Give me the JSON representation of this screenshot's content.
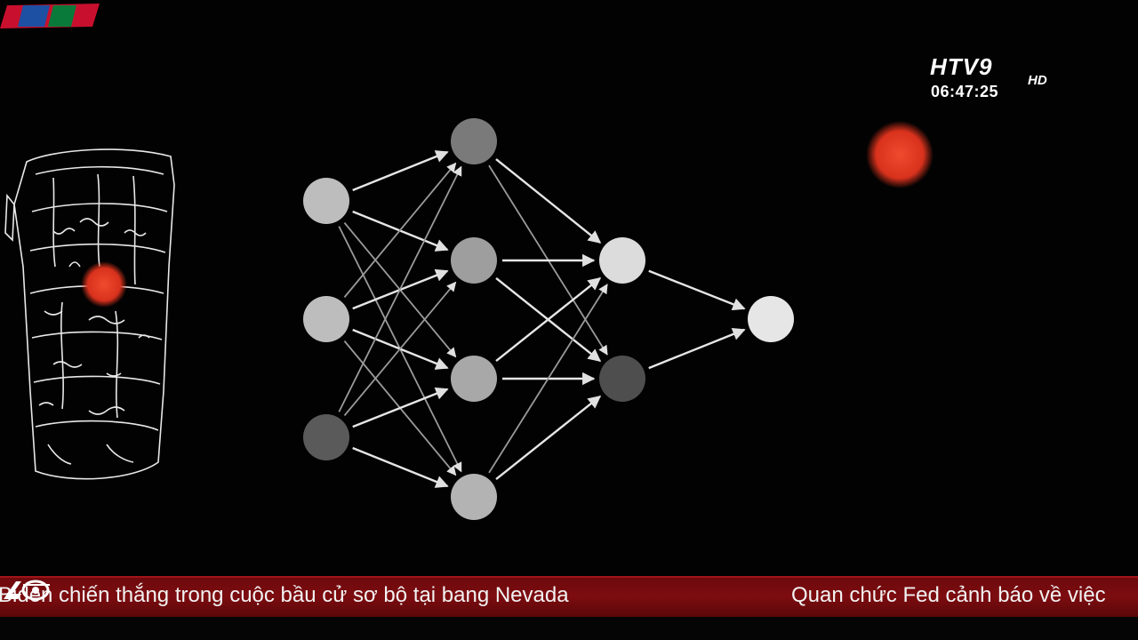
{
  "channel": {
    "logo_text": "HTV9",
    "hd_badge": "HD",
    "clock": "06:47:25"
  },
  "ticker": {
    "headline_left": "Biden chiến thắng trong cuộc bầu cử sơ bộ tại bang Nevada",
    "headline_right": "Quan chức Fed cảnh báo về việc",
    "logo_icon": "anniversary-logo-icon"
  },
  "colors": {
    "ticker_bg": "#7d0c10",
    "red_dot": "#e0301e",
    "node_light": "#d9d9d9",
    "node_mid": "#9a9a9a",
    "node_dark": "#555555"
  },
  "network": {
    "layers": [
      [
        {
          "shade": "#bdbdbd"
        },
        {
          "shade": "#bdbdbd"
        },
        {
          "shade": "#5a5a5a"
        }
      ],
      [
        {
          "shade": "#7a7a7a"
        },
        {
          "shade": "#9e9e9e"
        },
        {
          "shade": "#a8a8a8"
        },
        {
          "shade": "#b3b3b3"
        }
      ],
      [
        {
          "shade": "#dcdcdc"
        },
        {
          "shade": "#4e4e4e"
        }
      ],
      [
        {
          "shade": "#e6e6e6"
        }
      ]
    ]
  }
}
